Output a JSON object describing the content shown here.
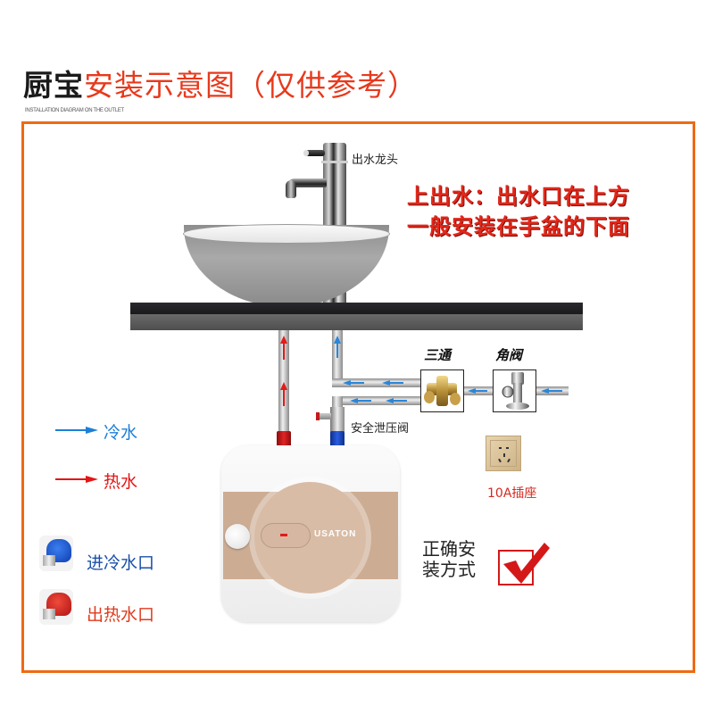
{
  "header": {
    "title_dark": "厨宝",
    "title_accent": "安装示意图（仅供参考）",
    "subtitle": "INSTALLATION DIAGRAM ON THE OUTLET"
  },
  "colors": {
    "frame": "#ee6a14",
    "accent_red": "#e3271a",
    "cold_blue": "#1e7fd6",
    "hot_red": "#e41515"
  },
  "labels": {
    "faucet": "出水龙头",
    "headline_line1": "上出水：出水口在上方",
    "headline_line2": "一般安装在手盆的下面",
    "tee": "三通",
    "angle_valve": "角阀",
    "safety_valve": "安全泄压阀",
    "socket": "10A插座",
    "correct_line1": "正确安",
    "correct_line2": "装方式"
  },
  "legend": {
    "items": [
      {
        "icon": "blue-arrow-icon",
        "label": "冷水",
        "color": "#1e7fd6"
      },
      {
        "icon": "red-arrow-icon",
        "label": "热水",
        "color": "#e41515"
      }
    ],
    "ports": [
      {
        "icon": "blue-inlet-nozzle-icon",
        "label": "进冷水口",
        "color": "#1a4fa8"
      },
      {
        "icon": "red-outlet-nozzle-icon",
        "label": "出热水口",
        "color": "#e03a1c"
      }
    ]
  },
  "heater": {
    "brand": "USATON"
  }
}
